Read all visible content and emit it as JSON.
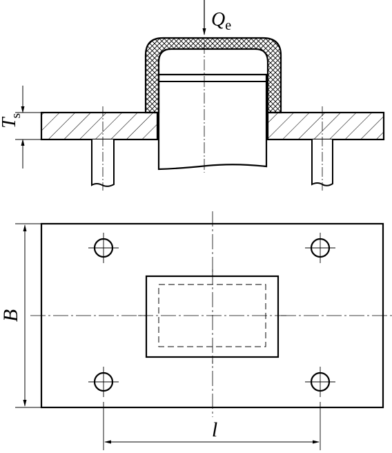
{
  "labels": {
    "load_symbol": "Q",
    "load_subscript": "e",
    "thickness_symbol": "T",
    "thickness_subscript": "s",
    "width_symbol": "B",
    "spacing_symbol": "l"
  },
  "colors": {
    "line": "#000000",
    "background": "#ffffff"
  }
}
